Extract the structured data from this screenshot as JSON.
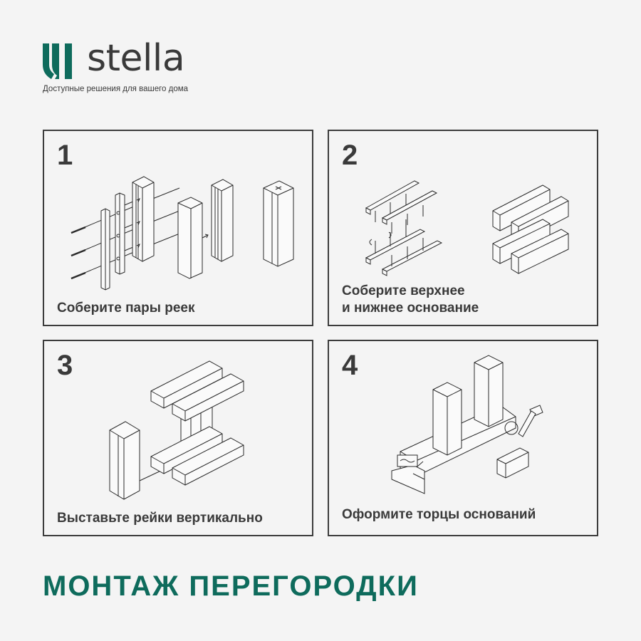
{
  "brand": {
    "name": "stella",
    "tagline": "Доступные решения для вашего дома",
    "accent_color": "#0e6b5c",
    "logo_icon": "stella-logo-icon"
  },
  "steps": [
    {
      "number": "1",
      "caption_lines": [
        "Соберите пары реек"
      ],
      "illustration": "assemble-slat-pairs-illustration"
    },
    {
      "number": "2",
      "caption_lines": [
        "Соберите верхнее",
        "и нижнее основание"
      ],
      "illustration": "assemble-top-bottom-base-illustration"
    },
    {
      "number": "3",
      "caption_lines": [
        "Выставьте рейки вертикально"
      ],
      "illustration": "place-slats-vertically-illustration"
    },
    {
      "number": "4",
      "caption_lines": [
        "Оформите торцы оснований"
      ],
      "illustration": "finish-base-ends-illustration"
    }
  ],
  "page_title": "МОНТАЖ ПЕРЕГОРОДКИ",
  "colors": {
    "background": "#f4f4f4",
    "text": "#3a3a3a",
    "border": "#3c3c3c",
    "title": "#0e6b5c"
  }
}
